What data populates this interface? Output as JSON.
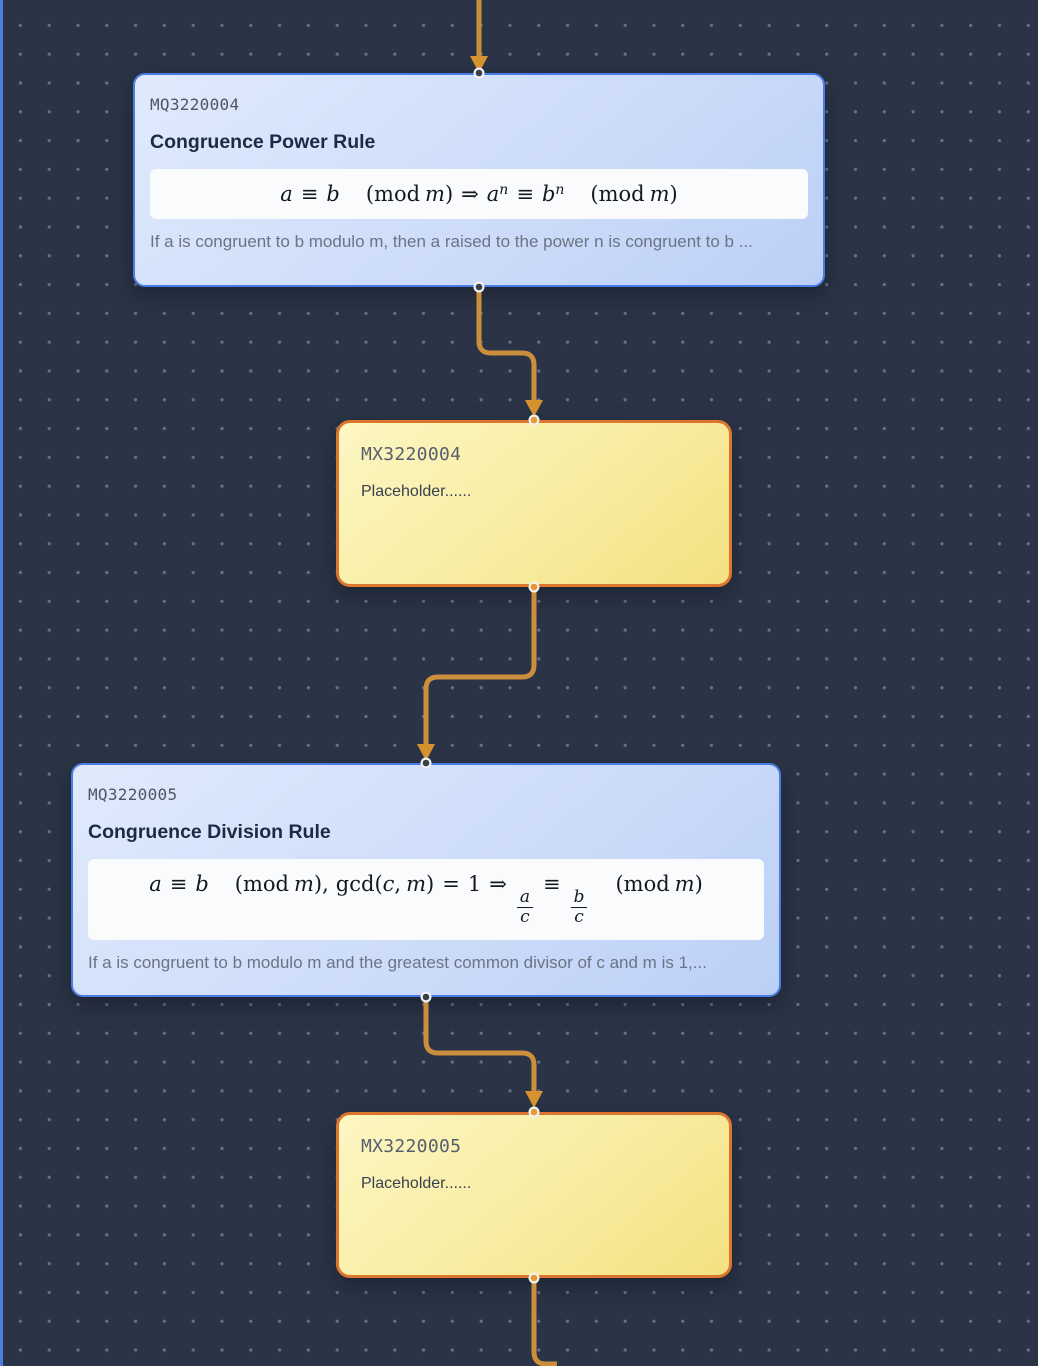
{
  "canvas": {
    "background_color": "#2b3446",
    "dot_grid_color": "#9ea8bc",
    "left_edge_accent_color": "#4c7de2"
  },
  "colors": {
    "edge": "#cb8f3c",
    "arrowhead": "#d6922f",
    "blue_node_border": "#4a7ce6",
    "blue_node_fill_top": "#e0eafc",
    "blue_node_fill_bottom": "#bcd0f6",
    "yellow_node_border": "#dc752e",
    "yellow_node_fill_top": "#fcf6c3",
    "yellow_node_fill_bottom": "#f3e181",
    "handle_dark": "#3a4048",
    "handle_orange": "#e9982e"
  },
  "math": {
    "a": "a",
    "b": "b",
    "c": "c",
    "m": "m",
    "n": "n",
    "one": "1",
    "equiv": "≡",
    "implies": "⇒",
    "equals": "=",
    "comma": ",",
    "mod": "mod",
    "gcd": "gcd",
    "lparen": "(",
    "rparen": ")"
  },
  "nodes": {
    "mq3220004": {
      "id": "MQ3220004",
      "title": "Congruence Power Rule",
      "description": "If a is congruent to b modulo m, then a raised to the power n is congruent to b ..."
    },
    "mx3220004": {
      "id": "MX3220004",
      "body": "Placeholder......"
    },
    "mq3220005": {
      "id": "MQ3220005",
      "title": "Congruence Division Rule",
      "description": "If a is congruent to b modulo m and the greatest common divisor of c and m is 1,..."
    },
    "mx3220005": {
      "id": "MX3220005",
      "body": "Placeholder......"
    }
  }
}
